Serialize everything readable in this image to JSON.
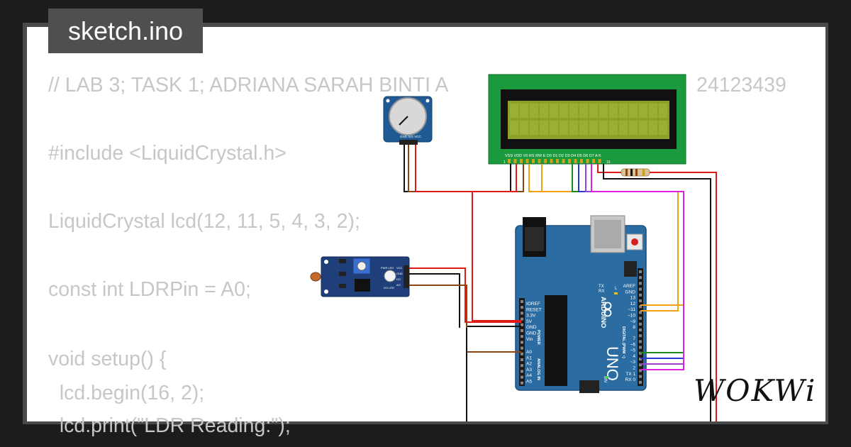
{
  "title": "sketch.ino",
  "code_lines": [
    "// LAB 3; TASK 1; ADRIANA SARAH BINTI A",
    "24123439",
    "#include <LiquidCrystal.h>",
    "LiquidCrystal lcd(12, 11, 5, 4, 3, 2);",
    "const int LDRPin = A0;",
    "void setup() {",
    "  lcd.begin(16, 2);",
    "  lcd.print(\"LDR Reading:\");"
  ],
  "brand": "WOKWi",
  "lcd": {
    "pin_labels": "VSS VDD V0 RS RW E D0 D1 D2 D3 D4 D5 D6 D7 A K",
    "pin_first": "1",
    "pin_last": "16"
  },
  "potentiometer": {
    "pin_labels": "GND SIG VCC"
  },
  "ldr_module": {
    "pins": [
      "VCC",
      "GND",
      "DO",
      "AO"
    ],
    "leds": [
      "PWR LED",
      "DO LED"
    ]
  },
  "arduino": {
    "brand": "ARDUINO",
    "model": "UNO",
    "on_label": "ON",
    "tx_label": "TX",
    "rx_label": "RX",
    "l_label": "L",
    "power_header_label": "POWER",
    "analog_header_label": "ANALOG IN",
    "digital_header_label": "DIGITAL (PWM ~)",
    "power_pins": [
      "IOREF",
      "RESET",
      "3.3V",
      "5V",
      "GND",
      "GND",
      "Vin"
    ],
    "analog_pins": [
      "A0",
      "A1",
      "A2",
      "A3",
      "A4",
      "A5"
    ],
    "digital_top": [
      "AREF",
      "GND",
      "13",
      "12",
      "~11",
      "~10",
      "~9",
      "8"
    ],
    "digital_bottom": [
      "7",
      "~6",
      "~5",
      "4",
      "~3",
      "2",
      "TX 1",
      "RX 0"
    ]
  },
  "colors": {
    "background": "#1c1c1c",
    "frame": "#4a4a4a",
    "chip": "#4f4f4f",
    "code": "#c7c7c7",
    "lcd_pcb": "#1a9a3c",
    "lcd_screen": "#8da12a",
    "arduino_board": "#2b6da3",
    "module_board": "#1e3f7a",
    "wire_red": "#e01818",
    "wire_black": "#111111",
    "wire_brown": "#8b4513",
    "wire_orange": "#f0a010",
    "wire_green": "#1b8a1b",
    "wire_blue": "#2a35d6",
    "wire_purple": "#9b3fd6",
    "wire_magenta": "#e020e0"
  }
}
